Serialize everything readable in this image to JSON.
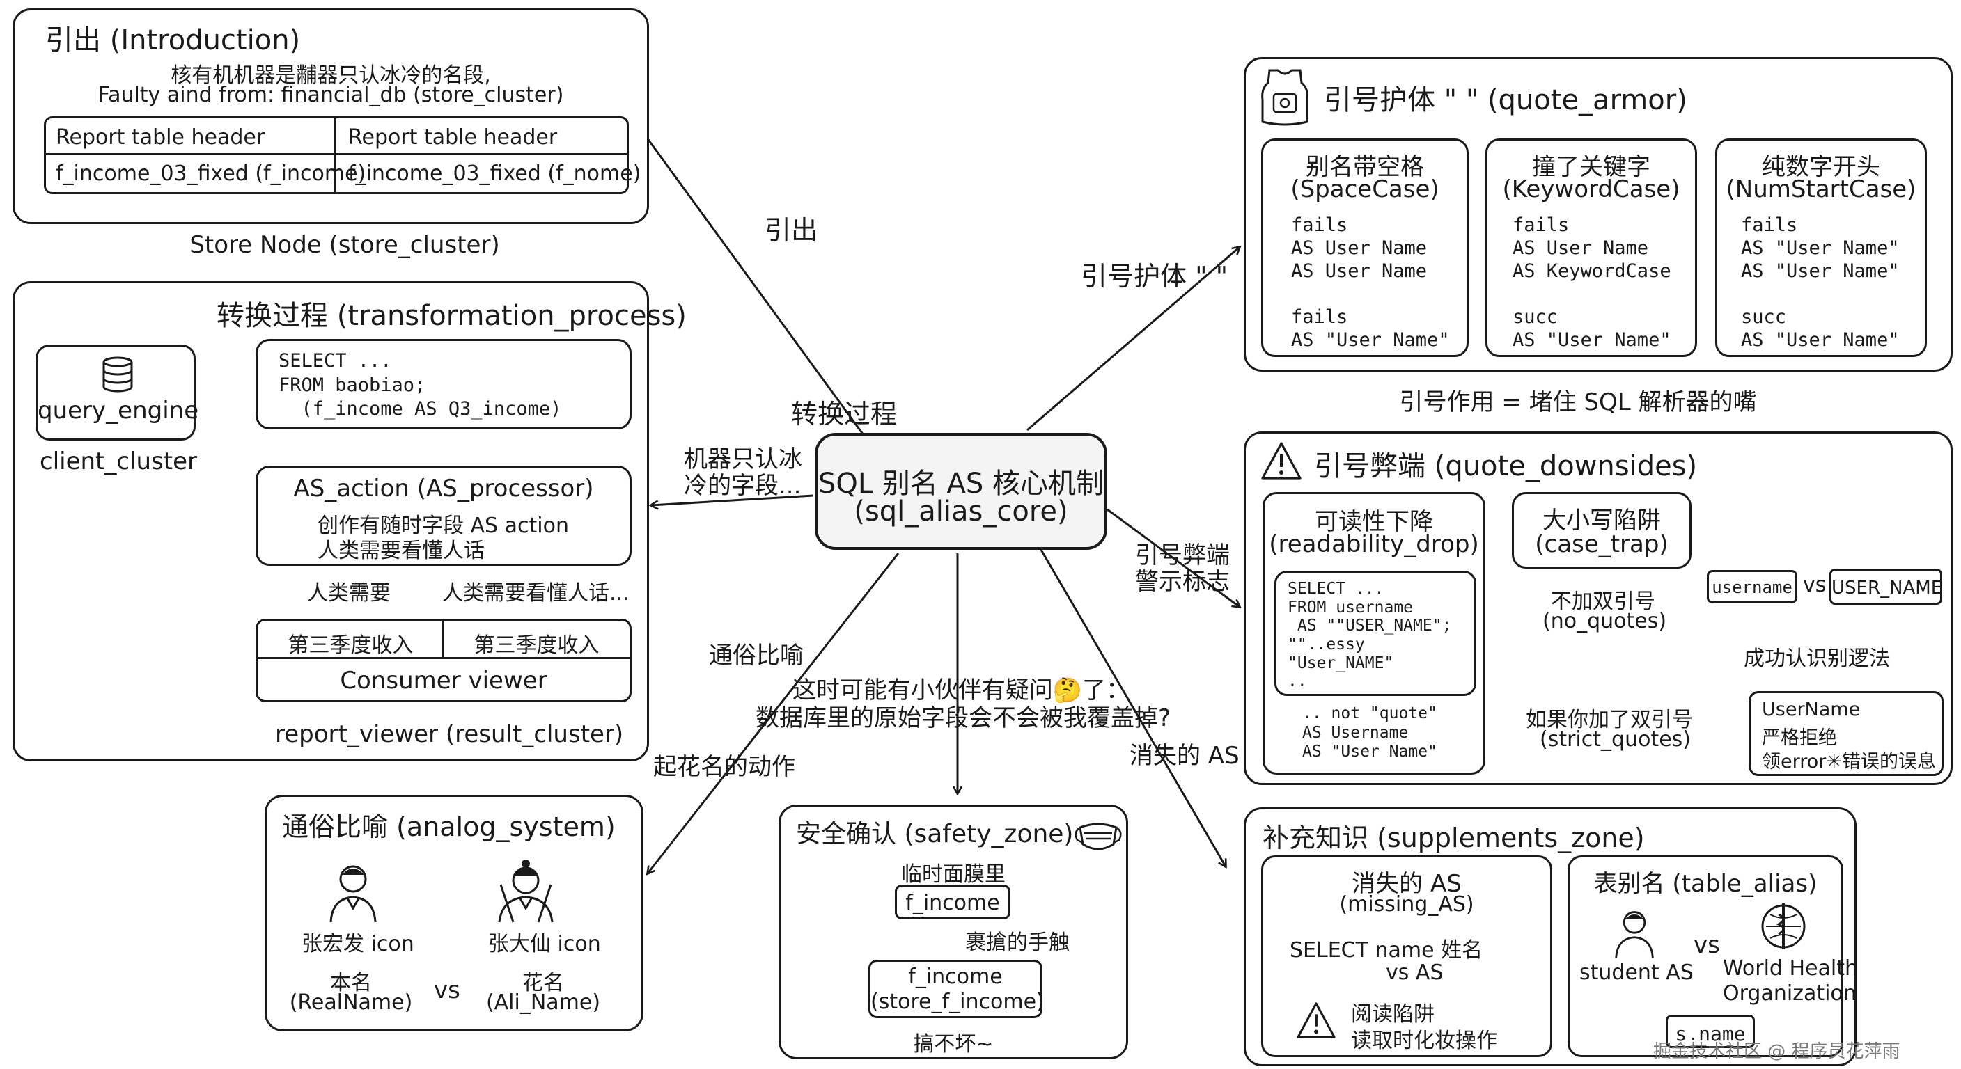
{
  "center": {
    "line1": "SQL 别名 AS 核心机制",
    "line2": "(sql_alias_core)"
  },
  "edges": {
    "intro": "引出",
    "quote_armor": "引号护体 \" \"",
    "transform": "转换过程",
    "machine_line1": "机器只认冰",
    "machine_line2": "冷的字段...",
    "downsides_line1": "引号弊端",
    "downsides_line2": "警示标志",
    "analogy": "通俗比喻",
    "naming": "起花名的动作",
    "question_line1": "这时可能有小伙伴有疑问🤔了：",
    "question_line2": "数据库里的原始字段会不会被我覆盖掉?",
    "missing_as": "消失的 AS"
  },
  "intro": {
    "title": "引出 (Introduction)",
    "line1": "核有机机器是黼器只认冰冷的名段,",
    "line2": "Faulty aind from: financial_db (store_cluster)",
    "table": {
      "headers": [
        "Report table header",
        "Report table header"
      ],
      "cells": [
        "f_income_03_fixed (f_income)",
        "f_income_03_fixed (f_nome)"
      ]
    },
    "caption": "Store Node (store_cluster)"
  },
  "transform": {
    "title": "转换过程 (transformation_process)",
    "engine_label": "query_engine",
    "client_label": "client_cluster",
    "sql": "SELECT ...\nFROM baobiao;\n  (f_income AS Q3_income)",
    "processor_title": "AS_action (AS_processor)",
    "processor_line1": "创作有随时字段 AS action",
    "processor_line2": "人类需要看懂人话",
    "arrow_left": "人类需要",
    "arrow_right": "人类需要看懂人话...",
    "viewer_cells": [
      "第三季度收入",
      "第三季度收入"
    ],
    "viewer_label": "Consumer viewer",
    "caption": "report_viewer (result_cluster)"
  },
  "quote_armor": {
    "title": "引号护体 \" \" (quote_armor)",
    "cards": [
      {
        "title1": "别名带空格",
        "title2": "(SpaceCase)",
        "code": "fails\nAS User Name\nAS User Name\n\nfails\nAS \"User Name\""
      },
      {
        "title1": "撞了关键字",
        "title2": "(KeywordCase)",
        "code": "fails\nAS User Name\nAS KeywordCase\n\nsucc\nAS \"User Name\""
      },
      {
        "title1": "纯数字开头",
        "title2": "(NumStartCase)",
        "code": "fails\nAS \"User Name\"\nAS \"User Name\"\n\nsucc\nAS \"User Name\""
      }
    ],
    "caption": "引号作用 = 堵住 SQL 解析器的嘴"
  },
  "downsides": {
    "title": "引号弊端 (quote_downsides)",
    "readability_title1": "可读性下降",
    "readability_title2": "(readability_drop)",
    "code_inner": "SELECT ...\nFROM username\n AS \"\"USER_NAME\";\n\"\"..essy\n\"User_NAME\"\n..",
    "code_outer": ".. not \"quote\"\nAS Username\nAS \"User Name\"",
    "case_title1": "大小写陷阱",
    "case_title2": "(case_trap)",
    "no_quotes1": "不加双引号",
    "no_quotes2": "(no_quotes)",
    "username": "username",
    "vs": "vs",
    "user_name_upper": "USER_NAME",
    "success": "成功认识别逻法",
    "strict1": "如果你加了双引号",
    "strict2": "(strict_quotes)",
    "result_line1": "UserName",
    "result_line2": "严格拒绝",
    "result_line3": "领error✳错误的误息"
  },
  "analogy": {
    "title": "通俗比喻 (analog_system)",
    "person1": "张宏发 icon",
    "person2": "张大仙 icon",
    "real1": "本名",
    "real2": "(RealName)",
    "vs": "vs",
    "ali1": "花名",
    "ali2": "(Ali_Name)"
  },
  "safety": {
    "title": "安全确认 (safety_zone)",
    "caption_top": "临时面膜里",
    "field": "f_income",
    "side_label": "裹搶的手触",
    "store1": "f_income",
    "store2": "(store_f_income)",
    "caption_bottom": "搞不坏~"
  },
  "supplements": {
    "title": "补充知识 (supplements_zone)",
    "missing_title1": "消失的 AS",
    "missing_title2": "(missing_AS)",
    "select_line": "SELECT  name  姓名",
    "vs_line": "vs    AS",
    "warn1": "阅读陷阱",
    "warn2": "读取时化妆操作",
    "alias_title": "表别名 (table_alias)",
    "student": "student AS",
    "vs": "vs",
    "who1": "World Health",
    "who2": "Organization",
    "sname": "s.name"
  },
  "watermark": "掘金技术社区 @ 程序员花萍雨"
}
